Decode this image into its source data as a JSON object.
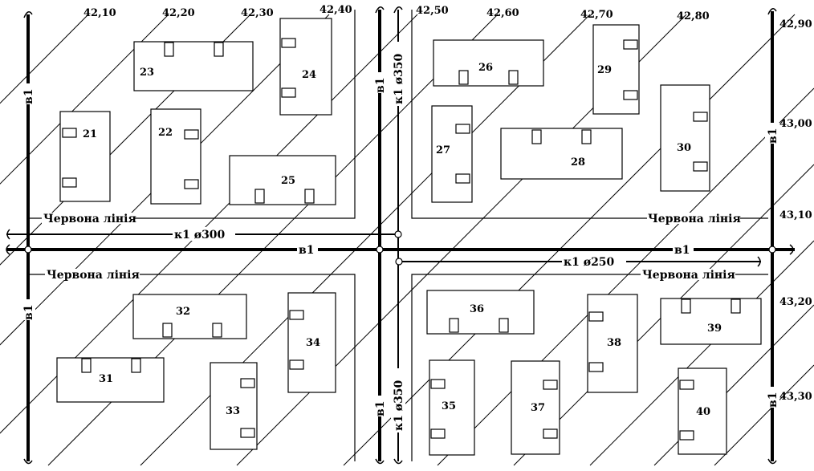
{
  "contour_labels": [
    "42,10",
    "42,20",
    "42,30",
    "42,40",
    "42,50",
    "42,60",
    "42,70",
    "42,80",
    "42,90",
    "43,00",
    "43,10",
    "43,20",
    "43,30"
  ],
  "buildings": [
    "21",
    "22",
    "23",
    "24",
    "25",
    "26",
    "27",
    "28",
    "29",
    "30",
    "31",
    "32",
    "33",
    "34",
    "35",
    "36",
    "37",
    "38",
    "39",
    "40"
  ],
  "labels": {
    "red_line": "Червона лінія",
    "water": "в1",
    "sewer_300": "к1 ø300",
    "sewer_250": "к1 ø250",
    "sewer_350": "к1 ø350"
  }
}
